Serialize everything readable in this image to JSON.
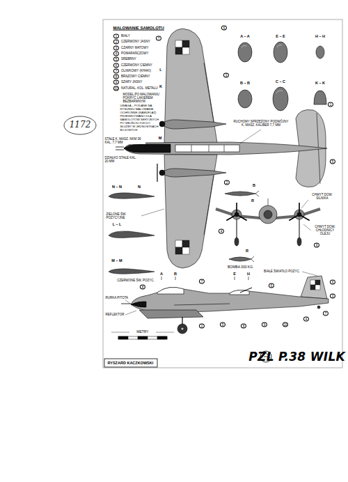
{
  "diagram": {
    "title": "PZL P.38 WILK",
    "labels": [
      "1172",
      "MALOWANIE SAMOLOTU",
      "1",
      "2",
      "3",
      "4",
      "5",
      "6",
      "7",
      "8",
      "9",
      "10",
      "MODEL PO MALOWANIU POKRYĆ LAKIEREM BEZBARWNYM",
      "UWAGA – PODANE NA RYSUNKU MALOWANIE OCHRONNE (KAMUFLAŻ) PRZEWIDYWANO DLA SAMOLOTÓW SERYJNYCH PO WEJŚCIU ICH DO SŁUŻBY W JEDNOSTKACH BOJOWYCH",
      "A – A",
      "E – E",
      "H – H",
      "B – B",
      "C – C",
      "K – K",
      "STAŁE K. MASZ. NKM 36 KAL. 7,7 MM",
      "DZIAŁKO STAŁE KAL. 20 MM",
      "N – N",
      "ZIELONE ŚW. POZYCYJNE",
      "L – L",
      "M – M",
      "CZERWONE ŚW. POZYC.",
      "RUCHOMY SPRZĘŻONY PODWÓJNY K. MASZ. KALIBER 7,7 MM",
      "BOMBA 300 KG",
      "CHWYT DOW. SILNIKA",
      "CHWYT DOW. CHŁODNICY OLEJU",
      "BIAŁE ŚWIATŁO POZYC.",
      "RURKA PITOTA",
      "REFLEKTOR",
      "METRY",
      "RYSZARD KACZKOWSKI",
      "K",
      "L",
      "M",
      "N",
      "B",
      "R",
      "R",
      "A",
      "B",
      "E",
      "H",
      "6",
      "7",
      "3",
      "2",
      "1",
      "5",
      "4",
      "9",
      "8",
      "7",
      "5",
      "6",
      "3",
      "2",
      "5",
      "8",
      "9",
      "10",
      "4",
      "7"
    ],
    "legend": [
      {
        "text": "BIAŁY"
      },
      {
        "text": "CZERWONY JASNY"
      },
      {
        "text": "CZARNY MATOWY"
      },
      {
        "text": "POMARAŃCZOWY"
      },
      {
        "text": "SREBRNY"
      },
      {
        "text": "CZERWONY CIEMNY"
      },
      {
        "text": "OLIWKOWY (KHAKI)"
      },
      {
        "text": "BRĄZOWY CIEMNY"
      },
      {
        "text": "SZARY JASNY"
      },
      {
        "text": "NATURAL. KOL. METALU"
      }
    ]
  }
}
